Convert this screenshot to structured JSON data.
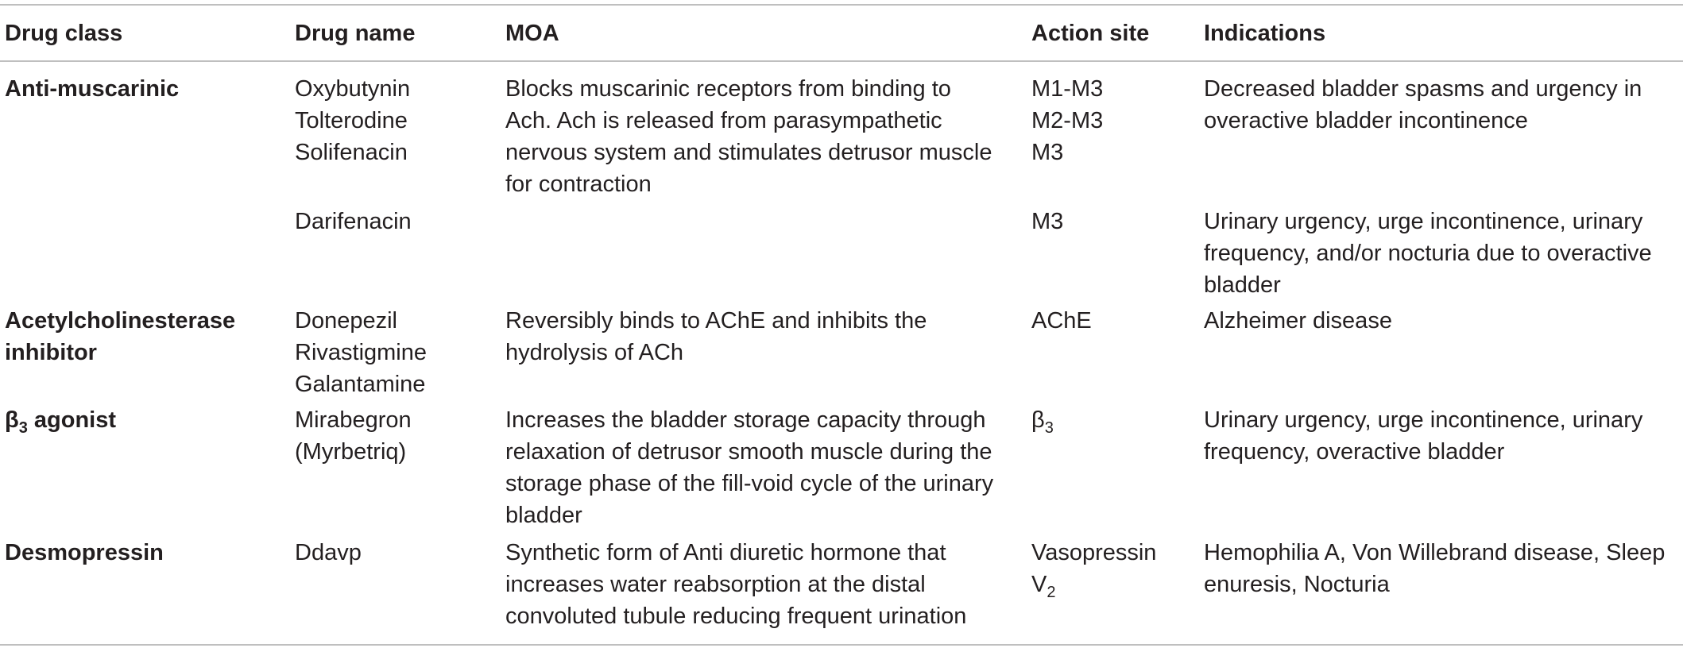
{
  "headers": {
    "drug_class": "Drug class",
    "drug_name": "Drug name",
    "moa": "MOA",
    "action_site": "Action site",
    "indications": "Indications"
  },
  "rows": [
    {
      "drug_class": "Anti-muscarinic",
      "drug_names": [
        "Oxybutynin",
        "Tolterodine",
        "Solifenacin"
      ],
      "moa_lines": [
        "Blocks muscarinic receptors from binding to",
        "Ach. Ach is released from parasympathetic",
        "nervous system and stimulates detrusor muscle",
        "for contraction"
      ],
      "action_sites": [
        "M1-M3",
        "M2-M3",
        "M3"
      ],
      "indication_lines": [
        "Decreased bladder spasms and urgency in",
        "overactive bladder incontinence"
      ]
    },
    {
      "drug_class": "",
      "drug_names": [
        "Darifenacin"
      ],
      "moa_lines": [],
      "action_sites": [
        "M3"
      ],
      "indication_lines": [
        "Urinary urgency, urge incontinence, urinary",
        "frequency, and/or nocturia due to overactive",
        "bladder"
      ]
    },
    {
      "drug_class_lines": [
        "Acetylcholinesterase",
        "inhibitor"
      ],
      "drug_names": [
        "Donepezil",
        "Rivastigmine",
        "Galantamine"
      ],
      "moa_lines": [
        "Reversibly binds to AChE and inhibits the",
        "hydrolysis of ACh"
      ],
      "action_sites": [
        "AChE"
      ],
      "indication_lines": [
        "Alzheimer disease"
      ]
    },
    {
      "drug_class_base": "β",
      "drug_class_sub": "3",
      "drug_class_rest": " agonist",
      "drug_names": [
        "Mirabegron",
        "(Myrbetriq)"
      ],
      "moa_lines": [
        "Increases the bladder storage capacity through",
        "relaxation of detrusor smooth muscle during the",
        "storage phase of the fill-void cycle of the urinary",
        "bladder"
      ],
      "action_site_base": "β",
      "action_site_sub": "3",
      "indication_lines": [
        "Urinary urgency, urge incontinence, urinary",
        "frequency, overactive bladder"
      ]
    },
    {
      "drug_class": "Desmopressin",
      "drug_names": [
        "Ddavp"
      ],
      "moa_lines": [
        "Synthetic form of Anti diuretic hormone that",
        "increases water reabsorption at the distal",
        "convoluted tubule reducing frequent urination"
      ],
      "action_site_line1": "Vasopressin",
      "action_site_base": "V",
      "action_site_sub": "2",
      "indication_lines": [
        "Hemophilia A, Von Willebrand disease, Sleep",
        "enuresis, Nocturia"
      ]
    }
  ]
}
